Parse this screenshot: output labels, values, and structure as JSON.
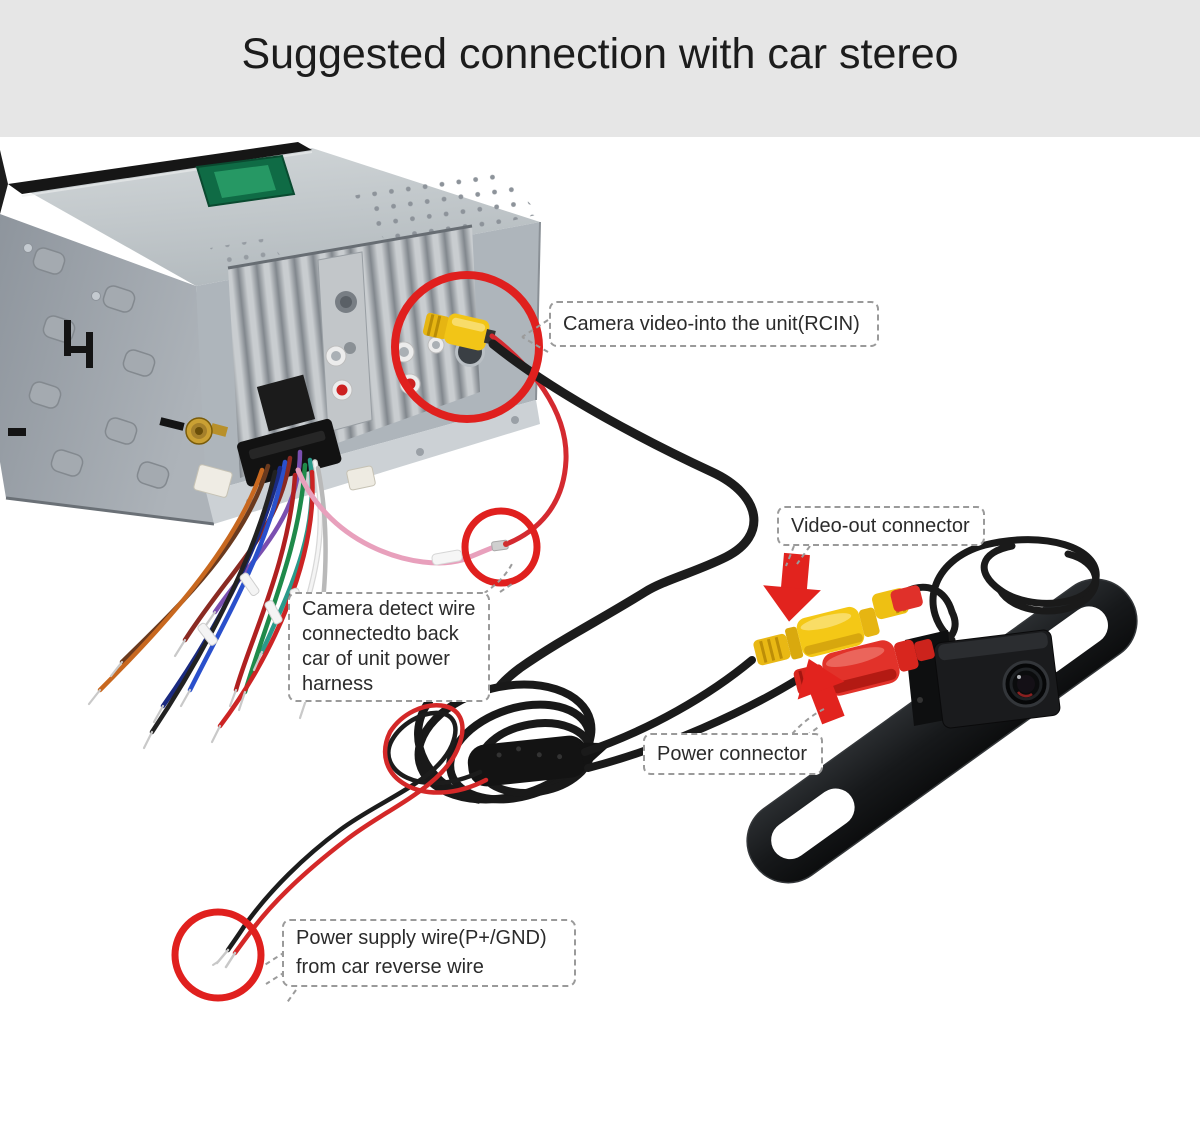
{
  "header": {
    "title": "Suggested connection with car stereo"
  },
  "callouts": {
    "rcin": {
      "text": "Camera video-into the unit(RCIN)"
    },
    "video_out": {
      "text": "Video-out connector"
    },
    "camera_detect": {
      "lines": [
        "Camera detect wire",
        "connectedto back",
        "car of unit power",
        "harness"
      ]
    },
    "power_connector": {
      "text": "Power connector"
    },
    "power_supply": {
      "lines": [
        "Power supply wire(P+/GND)",
        "from car reverse wire"
      ]
    }
  },
  "components": {
    "stereo_unit": "Car stereo head unit (rear view)",
    "wiring_harness": "Stereo power harness wires",
    "camera": "License-plate backup camera",
    "video_cable": "RCA video cable with coil and splitter",
    "power_wire": "Red/black power supply wire"
  },
  "colors": {
    "header_bg": "#e6e6e6",
    "page_bg": "#ffffff",
    "title_text": "#1c1c1c",
    "highlight_red": "#e0201e",
    "rca_yellow": "#f4c816",
    "connector_red": "#e2322a",
    "cable_black": "#1a1a1a",
    "label_border": "#9a9a9a",
    "label_text": "#2b2b2b"
  }
}
